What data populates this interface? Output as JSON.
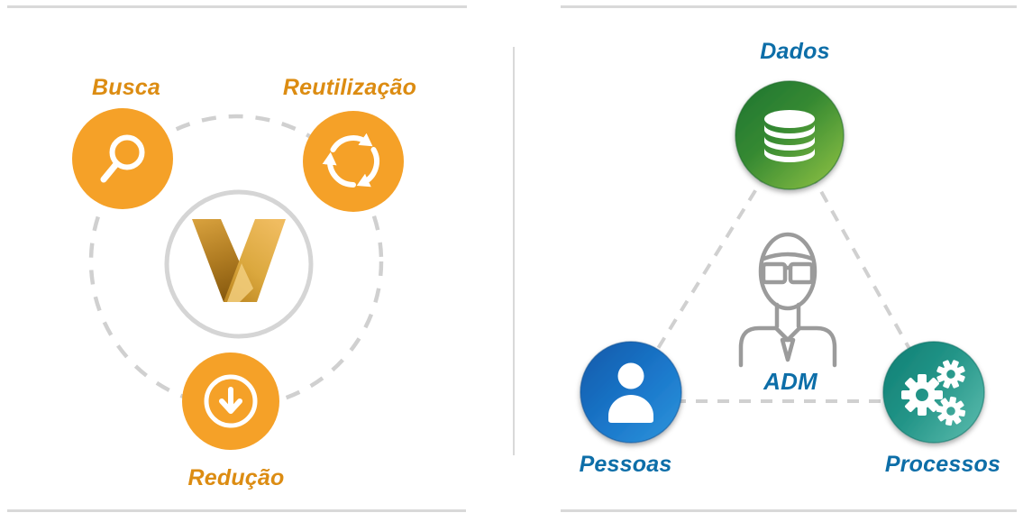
{
  "left_panel": {
    "title_hint": "vault-benefits-cycle",
    "nodes": [
      {
        "label": "Busca",
        "icon": "search-icon"
      },
      {
        "label": "Reutilização",
        "icon": "recycle-icon"
      },
      {
        "label": "Redução",
        "icon": "download-icon"
      }
    ],
    "center_logo_letter": "V"
  },
  "right_panel": {
    "title_hint": "people-process-data-triangle",
    "nodes": [
      {
        "label": "Dados",
        "icon": "database-icon"
      },
      {
        "label": "Pessoas",
        "icon": "person-icon"
      },
      {
        "label": "Processos",
        "icon": "gears-icon"
      }
    ],
    "center_label": "ADM",
    "center_icon": "admin-figure-icon"
  },
  "colors": {
    "orange": "#F5A128",
    "orange_text": "#DC8C12",
    "blue_text": "#0D6EA8",
    "rule_gray": "#D9D9D9",
    "dash_gray": "#D0D0D0",
    "outline_gray": "#9B9B9B",
    "green_dark": "#1E742E",
    "green_light": "#8CC043",
    "blue_dark": "#1259A9",
    "blue_light": "#2E96DC",
    "teal_dark": "#0F7E73",
    "teal_light": "#53B6A8",
    "gold_dark": "#8A5C10",
    "gold_mid": "#D9A23E",
    "gold_light": "#F0BC60",
    "vault_ring": "#D5D5D5"
  }
}
